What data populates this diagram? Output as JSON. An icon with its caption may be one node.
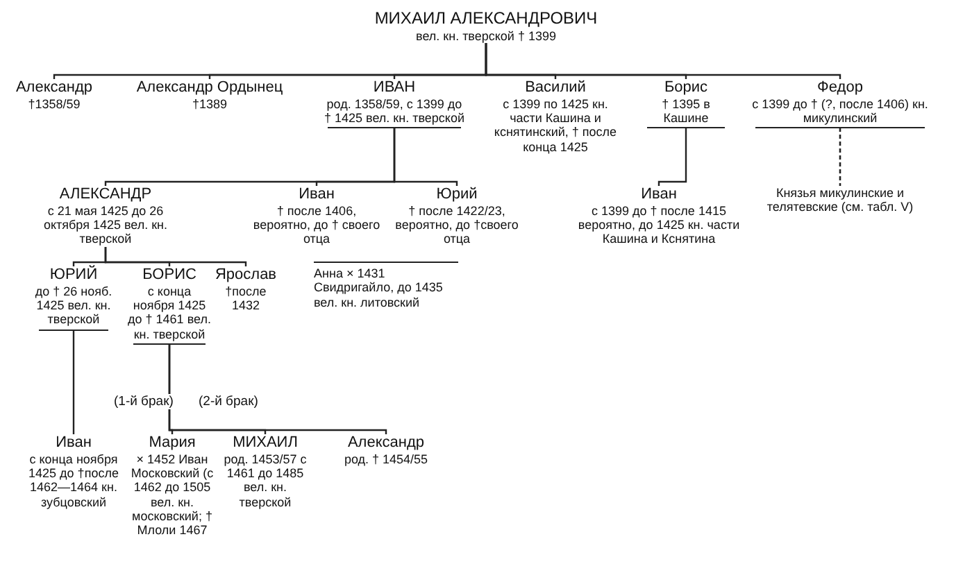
{
  "diagram": {
    "nodes": [
      {
        "text": [
          "МИХАИЛ АЛЕКСАНДРОВИЧ",
          "вел. кн. тверской † 1399"
        ]
      },
      {
        "text": [
          "Александр",
          "†1358/59"
        ]
      },
      {
        "text": [
          "Александр Ордынец",
          "†1389"
        ]
      },
      {
        "text": [
          "ИВАН",
          "род. 1358/59, с 1399 до † 1425 вел. кн. тверской"
        ]
      },
      {
        "text": [
          "Василий",
          "с 1399 по 1425 кн. части Кашина и кснятинский, † после конца 1425"
        ]
      },
      {
        "text": [
          "Борис",
          "† 1395 в Кашине"
        ]
      },
      {
        "text": [
          "Федор",
          "с 1399 до † (?, после 1406) кн. микулинский"
        ]
      },
      {
        "text": [
          "АЛЕКСАНДР",
          "с 21 мая 1425 до 26 октября 1425 вел. кн. тверской"
        ]
      },
      {
        "text": [
          "Иван",
          "† после 1406, вероятно, до † своего отца"
        ]
      },
      {
        "text": [
          "Юрий",
          "† после 1422/23, вероятно, до †своего отца"
        ]
      },
      {
        "text": [
          "Иван",
          "с 1399 до † после 1415 вероятно, до 1425 кн. части Кашина и Кснятина"
        ]
      },
      {
        "text": [
          "Князья микулинские и телятевские (см. табл. V)"
        ]
      },
      {
        "text": [
          "ЮРИЙ",
          "до † 26 нояб. 1425 вел. кн. тверской"
        ]
      },
      {
        "text": [
          "БОРИС",
          "с конца ноября 1425 до † 1461 вел. кн. тверской"
        ]
      },
      {
        "text": [
          "Ярослав",
          "†после 1432"
        ]
      },
      {
        "text": [
          "Анна × 1431 Свидригайло, до 1435 вел. кн. литовский"
        ]
      },
      {
        "text": [
          "Иван",
          "с конца ноября 1425 до †после 1462—1464 кн. зубцовский"
        ]
      },
      {
        "text": [
          "Мария",
          "× 1452 Иван Московский (с 1462 до 1505 вел. кн. московский; † Млоли 1467"
        ]
      },
      {
        "text": [
          "МИХАИЛ",
          "род. 1453/57 с 1461 до 1485 вел. кн. тверской"
        ]
      },
      {
        "text": [
          "Александр",
          "род. † 1454/55"
        ]
      }
    ],
    "edges": [
      {
        "from": 0,
        "to": 1,
        "arrow": "none"
      },
      {
        "from": 0,
        "to": 2,
        "arrow": "none"
      },
      {
        "from": 0,
        "to": 3,
        "arrow": "none"
      },
      {
        "from": 0,
        "to": 4,
        "arrow": "none"
      },
      {
        "from": 0,
        "to": 5,
        "arrow": "none"
      },
      {
        "from": 0,
        "to": 6,
        "arrow": "none"
      },
      {
        "from": 3,
        "to": 7,
        "arrow": "none"
      },
      {
        "from": 3,
        "to": 8,
        "arrow": "none"
      },
      {
        "from": 3,
        "to": 9,
        "arrow": "none"
      },
      {
        "from": 5,
        "to": 10,
        "arrow": "none"
      },
      {
        "from": 6,
        "to": 11,
        "arrow": "none",
        "style": "dashed"
      },
      {
        "from": 7,
        "to": 12,
        "arrow": "none"
      },
      {
        "from": 7,
        "to": 13,
        "arrow": "none"
      },
      {
        "from": 7,
        "to": 14,
        "arrow": "none"
      },
      {
        "from": 12,
        "to": 16,
        "arrow": "none"
      },
      {
        "from": 13,
        "to": 17,
        "arrow": "none"
      },
      {
        "from": 13,
        "to": 18,
        "arrow": "none"
      },
      {
        "from": 13,
        "to": 19,
        "arrow": "none"
      }
    ],
    "labels": [
      "(1-й брак)",
      "(2-й брак)"
    ]
  }
}
